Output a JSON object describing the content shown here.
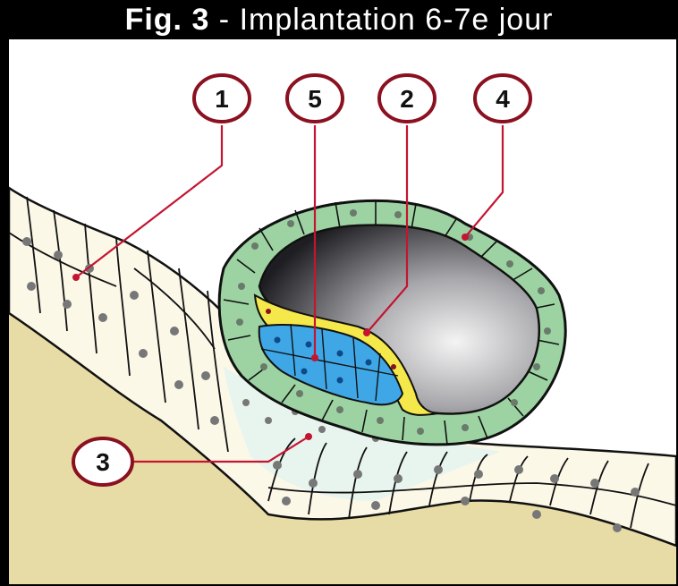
{
  "title": {
    "fig": "Fig. 3",
    "rest": " - Implantation 6-7e jour"
  },
  "labels": [
    "1",
    "5",
    "2",
    "4",
    "3"
  ],
  "colors": {
    "ground": "#e8dca6",
    "epithelium": "#fbf8e8",
    "trophoblast": "#9dd3a2",
    "embryoblast": "#3fa7e6",
    "hypoblast": "#f5e84a",
    "stroma": "#e8f4ee",
    "label_ring": "#8b1020",
    "leader": "#c41432"
  }
}
